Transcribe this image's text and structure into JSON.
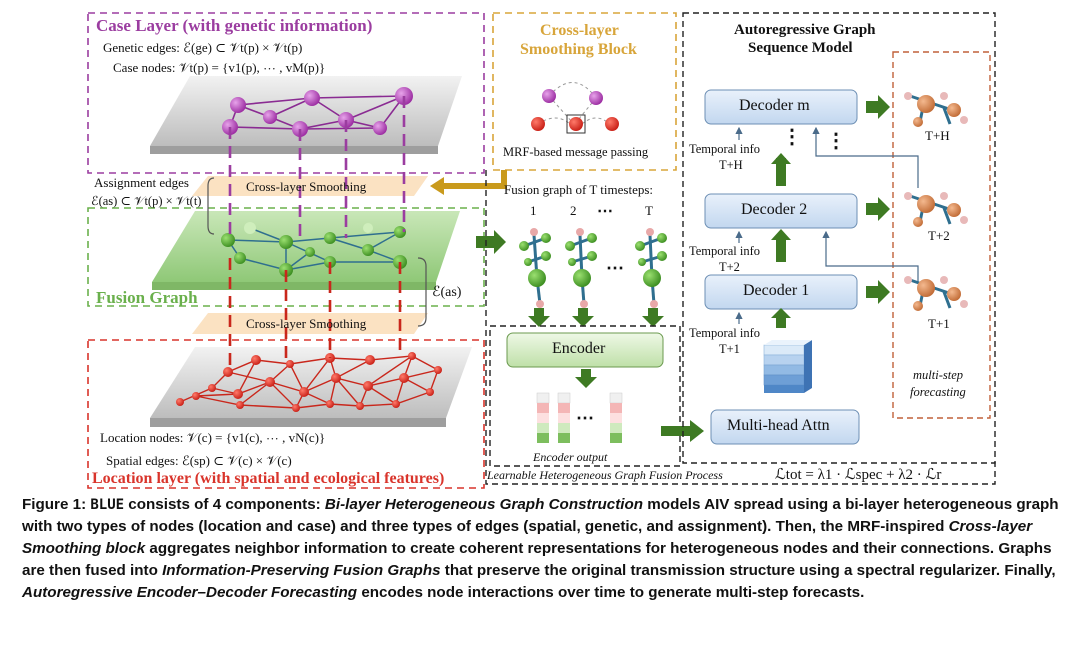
{
  "case_layer": {
    "title": "Case Layer (with genetic information)",
    "genetic_edges": "Genetic edges: ℰ(ge) ⊂ 𝒱t(p) × 𝒱t(p)",
    "case_nodes": "Case nodes: 𝒱t(p) = {v1(p), ⋯ , vM(p)}",
    "color": "#9b3da0"
  },
  "assignment": {
    "label": "Assignment edges",
    "formula": "ℰ(as) ⊂ 𝒱t(p) × 𝒱t(t)"
  },
  "smoothing_bands": {
    "upper": "Cross-layer Smoothing",
    "lower": "Cross-layer Smoothing"
  },
  "fusion": {
    "title": "Fusion Graph",
    "edge_formula": "ℰ(as)",
    "color": "#6ab04c"
  },
  "location_layer": {
    "title": "Location layer (with spatial and ecological features)",
    "location_nodes": "Location nodes: 𝒱(c) = {v1(c), ⋯ , vN(c)}",
    "spatial_edges": "Spatial edges: ℰ(sp) ⊂ 𝒱(c) × 𝒱(c)",
    "color": "#d9342b"
  },
  "smoothing_block": {
    "title_line1": "Cross-layer",
    "title_line2": "Smoothing Block",
    "caption": "MRF-based message passing",
    "color": "#d8a53a"
  },
  "fusion_sequence": {
    "title": "Fusion graph of T timesteps:",
    "steps": [
      "1",
      "2",
      "⋯",
      "T"
    ],
    "ellipsis": "⋯"
  },
  "encoder": {
    "label": "Encoder",
    "output": "Encoder output"
  },
  "learnable_fusion": {
    "label": "Learnable Heterogeneous Graph Fusion Process",
    "loss": "ℒtot = λ1 · ℒspec + λ2 · ℒr"
  },
  "autoregressive": {
    "title_line1": "Autoregressive Graph",
    "title_line2": "Sequence Model",
    "decoders": [
      "Decoder m",
      "Decoder 2",
      "Decoder 1"
    ],
    "attention": "Multi-head Attn",
    "temporal": [
      {
        "label": "Temporal info",
        "step": "T+H"
      },
      {
        "label": "Temporal info",
        "step": "T+2"
      },
      {
        "label": "Temporal info",
        "step": "T+1"
      }
    ],
    "vdots": "⋮"
  },
  "forecast": {
    "steps": [
      "T+H",
      "T+2",
      "T+1"
    ],
    "label_line1": "multi-step",
    "label_line2": "forecasting",
    "color": "#c0603a"
  },
  "caption": {
    "fig": "Figure 1: ",
    "name": "BLUE",
    "part1": " consists of 4 components: ",
    "c1": "Bi-layer Heterogeneous Graph Construction",
    "part2": " models AIV spread using a bi-layer heterogeneous graph with two types of nodes (location and case) and three types of edges (spatial, genetic, and assignment). Then, the MRF-inspired ",
    "c2": "Cross-layer Smoothing block",
    "part3": " aggregates neighbor information to create coherent representations for heterogeneous nodes and their connections. Graphs are then fused into ",
    "c3": "Information-Preserving Fusion Graphs",
    "part4": " that preserve the original transmission structure using a spectral regularizer. Finally, ",
    "c4": "Autoregressive Encoder–Decoder Forecasting",
    "part5": " encodes node interactions over time to generate multi-step forecasts."
  }
}
